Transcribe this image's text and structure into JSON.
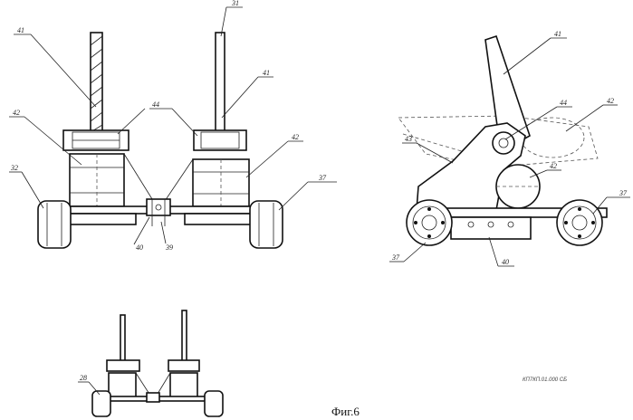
{
  "figure": {
    "caption": "Фиг.6",
    "doc_code": "КП7КП.01.000 СБ"
  },
  "labels": {
    "front_view": [
      "41",
      "31",
      "44",
      "41",
      "42",
      "42",
      "32",
      "37",
      "40",
      "39"
    ],
    "side_view": [
      "41",
      "44",
      "42",
      "43",
      "42",
      "37",
      "37",
      "40"
    ],
    "small_view": [
      "28"
    ]
  }
}
